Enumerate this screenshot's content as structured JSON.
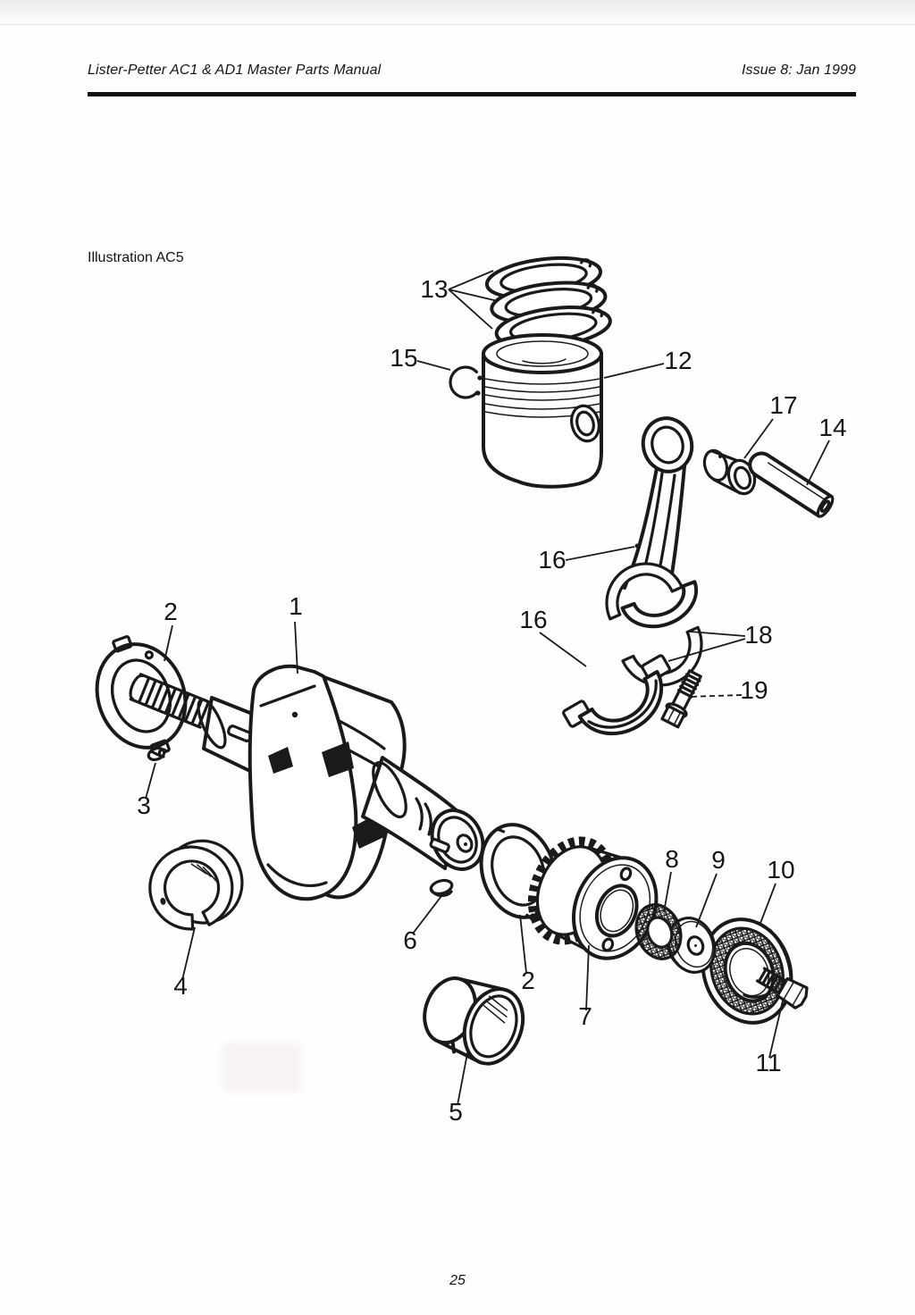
{
  "page": {
    "header": {
      "title": "Lister-Petter AC1 & AD1 Master Parts Manual",
      "issue": "Issue 8: Jan 1999"
    },
    "illustration_label": "Illustration AC5",
    "page_number": "25"
  },
  "colors": {
    "ink": "#1a1a1a",
    "paper": "#ffffff"
  },
  "diagram": {
    "callouts": [
      {
        "id": "13",
        "label": "13"
      },
      {
        "id": "15",
        "label": "15"
      },
      {
        "id": "12",
        "label": "12"
      },
      {
        "id": "17",
        "label": "17"
      },
      {
        "id": "14",
        "label": "14"
      },
      {
        "id": "16-rod",
        "label": "16"
      },
      {
        "id": "16-cap",
        "label": "16"
      },
      {
        "id": "18",
        "label": "18"
      },
      {
        "id": "19",
        "label": "19"
      },
      {
        "id": "2-front",
        "label": "2"
      },
      {
        "id": "1",
        "label": "1"
      },
      {
        "id": "3",
        "label": "3"
      },
      {
        "id": "4",
        "label": "4"
      },
      {
        "id": "6",
        "label": "6"
      },
      {
        "id": "2-gear",
        "label": "2"
      },
      {
        "id": "7",
        "label": "7"
      },
      {
        "id": "8",
        "label": "8"
      },
      {
        "id": "9",
        "label": "9"
      },
      {
        "id": "10",
        "label": "10"
      },
      {
        "id": "5",
        "label": "5"
      },
      {
        "id": "11",
        "label": "11"
      }
    ]
  }
}
